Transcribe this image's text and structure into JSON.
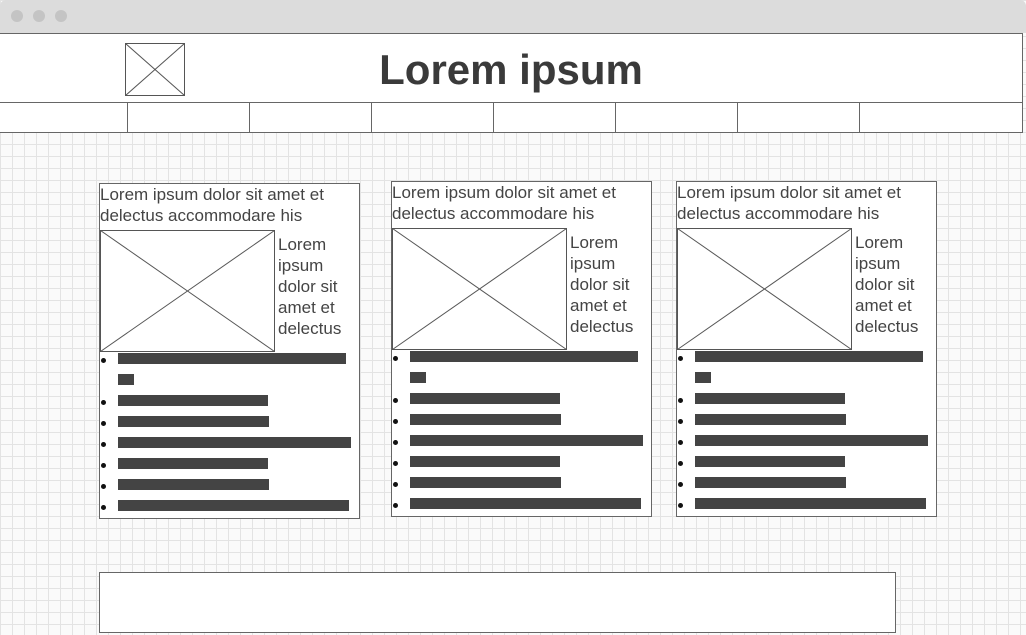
{
  "window": {
    "controls": [
      "close-dot",
      "minimize-dot",
      "maximize-dot"
    ]
  },
  "header": {
    "title": "Lorem ipsum",
    "logo_icon": "image-placeholder-icon"
  },
  "nav": {
    "tab_count": 8
  },
  "cards": [
    {
      "headline": "Lorem ipsum dolor sit amet et delectus accommodare his",
      "side_text": "Lorem ipsum dolor sit amet et delectus",
      "image_icon": "image-placeholder-icon"
    },
    {
      "headline": "Lorem ipsum dolor sit amet et delectus accommodare his",
      "side_text": "Lorem ipsum dolor sit amet et delectus",
      "image_icon": "image-placeholder-icon"
    },
    {
      "headline": "Lorem ipsum dolor sit amet et delectus accommodare his",
      "side_text": "Lorem ipsum dolor sit amet et delectus",
      "image_icon": "image-placeholder-icon"
    }
  ],
  "footer": {}
}
